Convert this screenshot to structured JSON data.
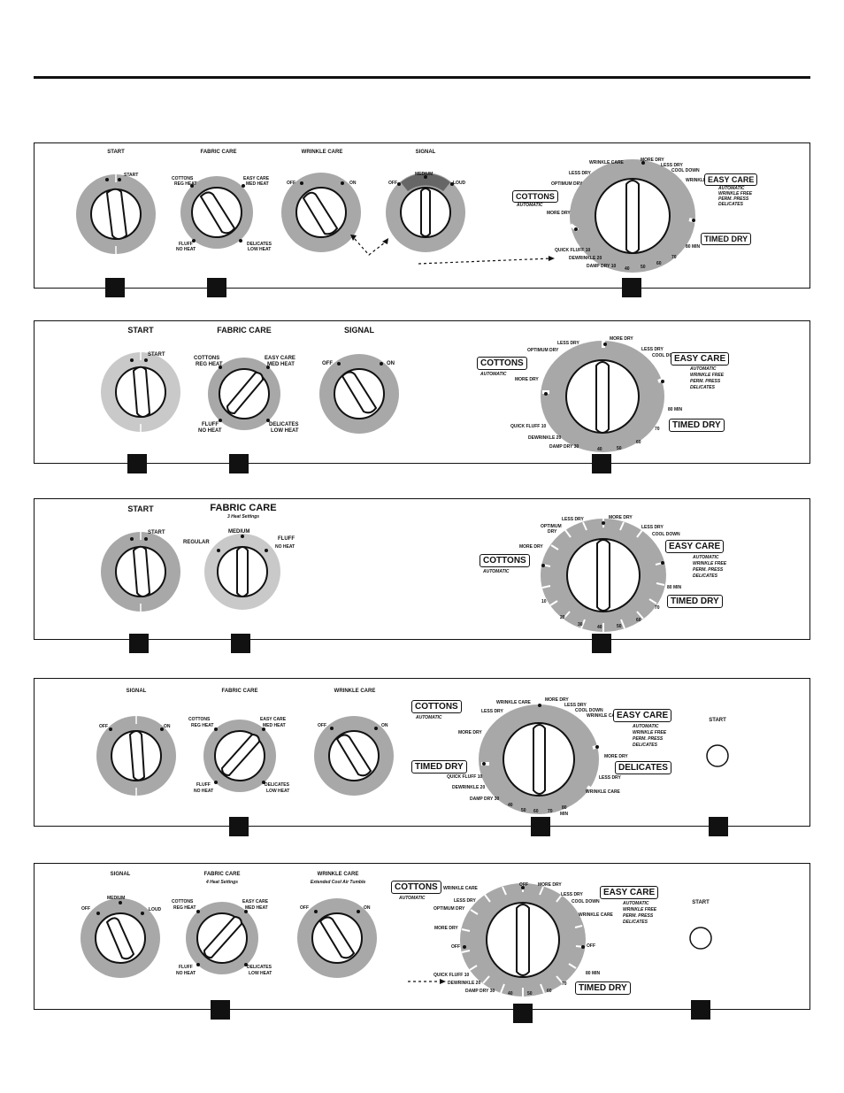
{
  "p1": {
    "heads": [
      "START",
      "FABRIC CARE",
      "WRINKLE CARE",
      "SIGNAL"
    ],
    "start": "START",
    "cottons_reg": "COTTONS",
    "reg_heat": "REG HEAT",
    "easy_care": "EASY CARE",
    "med_heat": "MED HEAT",
    "fluff": "FLUFF",
    "no_heat": "NO HEAT",
    "delicates": "DELICATES",
    "low_heat": "LOW HEAT",
    "off": "OFF",
    "on": "ON",
    "medium": "MEDIUM",
    "loud": "LOUD",
    "dial": [
      "WRINKLE CARE",
      "MORE DRY",
      "LESS DRY",
      "COOL DOWN",
      "LESS DRY",
      "OPTIMUM DRY",
      "WRINKLE CARE",
      "MORE DRY",
      "80 MIN",
      "QUICK FLUFF 10",
      "DEWRINKLE 20",
      "DAMP DRY 10",
      "40",
      "50",
      "60",
      "70"
    ],
    "cottons": "COTTONS",
    "cottons_sub": "AUTOMATIC",
    "easy_box": "EASY CARE",
    "easy_sub": [
      "AUTOMATIC",
      "WRINKLE FREE",
      "PERM. PRESS",
      "DELICATES"
    ],
    "timed": "TIMED DRY"
  },
  "p2": {
    "heads": [
      "START",
      "FABRIC CARE",
      "SIGNAL"
    ],
    "start": "START",
    "cottons_reg": "COTTONS",
    "reg_heat": "REG HEAT",
    "easy_care": "EASY CARE",
    "med_heat": "MED HEAT",
    "fluff": "FLUFF",
    "no_heat": "NO HEAT",
    "delicates": "DELICATES",
    "low_heat": "LOW HEAT",
    "off": "OFF",
    "on": "ON",
    "dial": [
      "LESS DRY",
      "MORE DRY",
      "LESS DRY",
      "COOL DOWN",
      "OPTIMUM DRY",
      "MORE DRY",
      "80 MIN",
      "QUICK FLUFF 10",
      "DEWRINKLE 20",
      "DAMP DRY 30",
      "40",
      "50",
      "60",
      "70"
    ],
    "cottons": "COTTONS",
    "cottons_sub": "AUTOMATIC",
    "easy_box": "EASY CARE",
    "easy_sub": [
      "AUTOMATIC",
      "WRINKLE FREE",
      "PERM. PRESS",
      "DELICATES"
    ],
    "timed": "TIMED DRY"
  },
  "p3": {
    "heads": [
      "START",
      "FABRIC CARE"
    ],
    "fabric_sub": "3 Heat Settings",
    "start": "START",
    "regular": "REGULAR",
    "medium": "MEDIUM",
    "fluff": "FLUFF",
    "no_heat": "NO HEAT",
    "dial": [
      "LESS DRY",
      "MORE DRY",
      "LESS DRY",
      "OPTIMUM",
      "DRY",
      "COOL DOWN",
      "MORE DRY",
      "80 MIN",
      "10",
      "20",
      "30",
      "40",
      "50",
      "60",
      "70"
    ],
    "cottons": "COTTONS",
    "cottons_sub": "AUTOMATIC",
    "easy_box": "EASY CARE",
    "easy_sub": [
      "AUTOMATIC",
      "WRINKLE FREE",
      "PERM. PRESS",
      "DELICATES"
    ],
    "timed": "TIMED DRY"
  },
  "p4": {
    "heads": [
      "SIGNAL",
      "FABRIC CARE",
      "WRINKLE CARE",
      "START"
    ],
    "off": "OFF",
    "on": "ON",
    "cottons_reg": "COTTONS",
    "reg_heat": "REG HEAT",
    "easy_care": "EASY CARE",
    "med_heat": "MED HEAT",
    "fluff": "FLUFF",
    "no_heat": "NO HEAT",
    "delicates": "DELICATES",
    "low_heat": "LOW HEAT",
    "dial": [
      "WRINKLE CARE",
      "MORE DRY",
      "LESS DRY",
      "LESS DRY",
      "COOL DOWN",
      "WRINKLE CARE",
      "MORE DRY",
      "MORE DRY",
      "LESS DRY",
      "WRINKLE CARE",
      "QUICK FLUFF 10",
      "DEWRINKLE 20",
      "DAMP DRY 30",
      "40",
      "50",
      "60",
      "70",
      "80",
      "MIN"
    ],
    "cottons": "COTTONS",
    "cottons_sub": "AUTOMATIC",
    "easy_box": "EASY CARE",
    "easy_sub": [
      "AUTOMATIC",
      "WRINKLE FREE",
      "PERM. PRESS",
      "DELICATES"
    ],
    "timed": "TIMED DRY",
    "delicates_box": "DELICATES"
  },
  "p5": {
    "heads": [
      "SIGNAL",
      "FABRIC CARE",
      "WRINKLE CARE",
      "START"
    ],
    "fabric_sub": "4 Heat Settings",
    "wrinkle_sub": "Extended Cool Air Tumble",
    "medium": "MEDIUM",
    "off": "OFF",
    "loud": "LOUD",
    "on": "ON",
    "cottons_reg": "COTTONS",
    "reg_heat": "REG HEAT",
    "easy_care": "EASY CARE",
    "med_heat": "MED HEAT",
    "fluff": "FLUFF",
    "no_heat": "NO HEAT",
    "delicates": "DELICATES",
    "low_heat": "LOW HEAT",
    "dial": [
      "WRINKLE CARE",
      "OFF",
      "MORE DRY",
      "LESS DRY",
      "LESS DRY",
      "OPTIMUM DRY",
      "COOL DOWN",
      "WRINKLE CARE",
      "MORE DRY",
      "OFF",
      "OFF",
      "80 MIN",
      "QUICK FLUFF 10",
      "DEWRINKLE 20",
      "DAMP DRY 30",
      "40",
      "50",
      "60",
      "70"
    ],
    "cottons": "COTTONS",
    "cottons_sub": "AUTOMATIC",
    "easy_box": "EASY CARE",
    "easy_sub": [
      "AUTOMATIC",
      "WRINKLE FREE",
      "PERM. PRESS",
      "DELICATES"
    ],
    "timed": "TIMED DRY"
  },
  "colors": {
    "ring": "#a8a8a8",
    "ring_light": "#c9c9c9",
    "ink": "#111111"
  }
}
